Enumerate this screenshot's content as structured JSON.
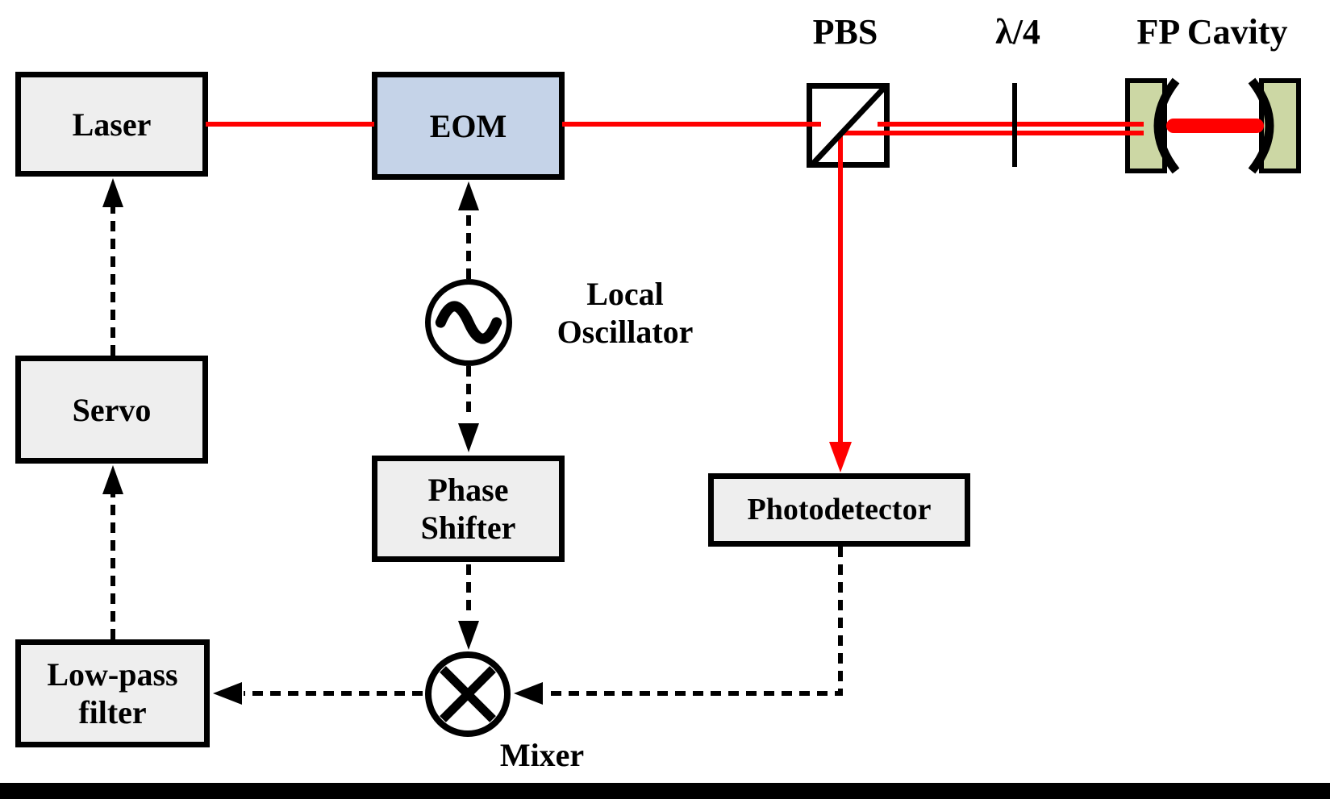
{
  "figure": {
    "type": "optical-block-diagram",
    "labels": {
      "laser": "Laser",
      "eom": "EOM",
      "pbs": "PBS",
      "quarter_wave_plate": "λ/4",
      "fp_cavity": "FP Cavity",
      "local_oscillator_line1": "Local",
      "local_oscillator_line2": "Oscillator",
      "phase_shifter_line1": "Phase",
      "phase_shifter_line2": "Shifter",
      "photodetector": "Photodetector",
      "servo": "Servo",
      "low_pass_filter_line1": "Low-pass",
      "low_pass_filter_line2": "filter",
      "mixer": "Mixer"
    },
    "colors": {
      "optical_beam": "#ff0000",
      "electronic_line": "#000000",
      "box_fill": "#eeeeee",
      "eom_fill": "#c5d3e8",
      "mirror_fill": "#ccd7a4"
    }
  }
}
